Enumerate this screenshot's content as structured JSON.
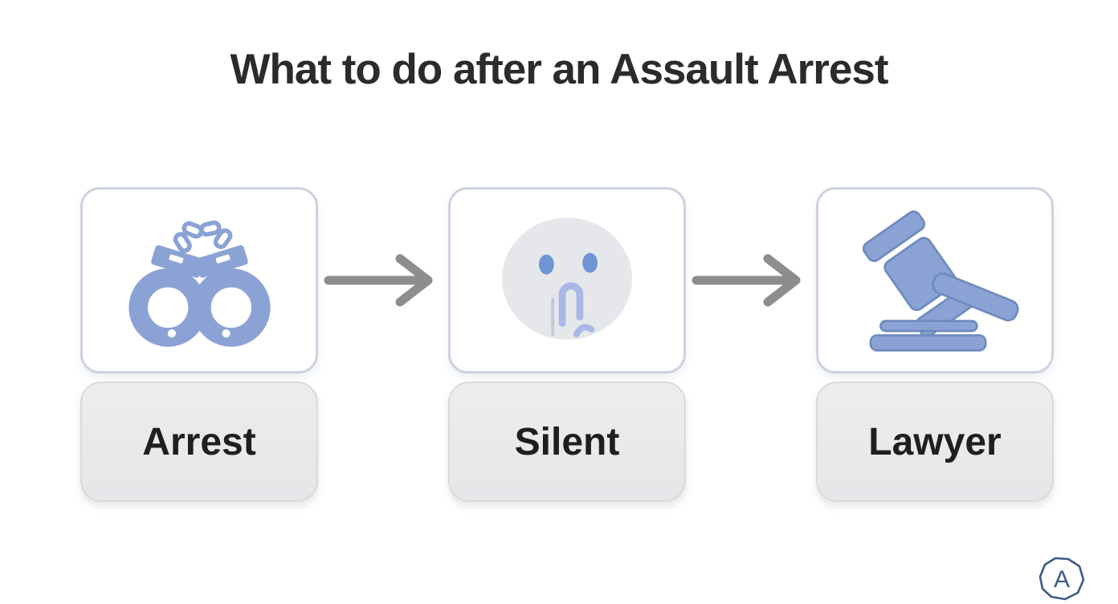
{
  "title": "What to do after an Assault Arrest",
  "flow": {
    "steps": [
      {
        "label": "Arrest",
        "icon": "handcuffs-icon"
      },
      {
        "label": "Silent",
        "icon": "shush-face-icon"
      },
      {
        "label": "Lawyer",
        "icon": "gavel-icon"
      }
    ],
    "connector": "right-arrow-icon"
  },
  "watermark": {
    "letter": "A"
  },
  "colors": {
    "background": "#ffffff",
    "title_text": "#2b2b2b",
    "card_border": "#ccd3df",
    "card_background": "#ffffff",
    "label_background": "#e9e9eb",
    "label_text": "#1f1f1f",
    "icon_blue": "#8ba2d4",
    "icon_blue_outline": "#6f8bbd",
    "face_gray": "#e5e7ea",
    "eye_blue": "#6e94d3",
    "finger_blue": "#a9b8e6",
    "arrow_gray": "#8d8d8d",
    "watermark_blue": "#3d5b88"
  }
}
